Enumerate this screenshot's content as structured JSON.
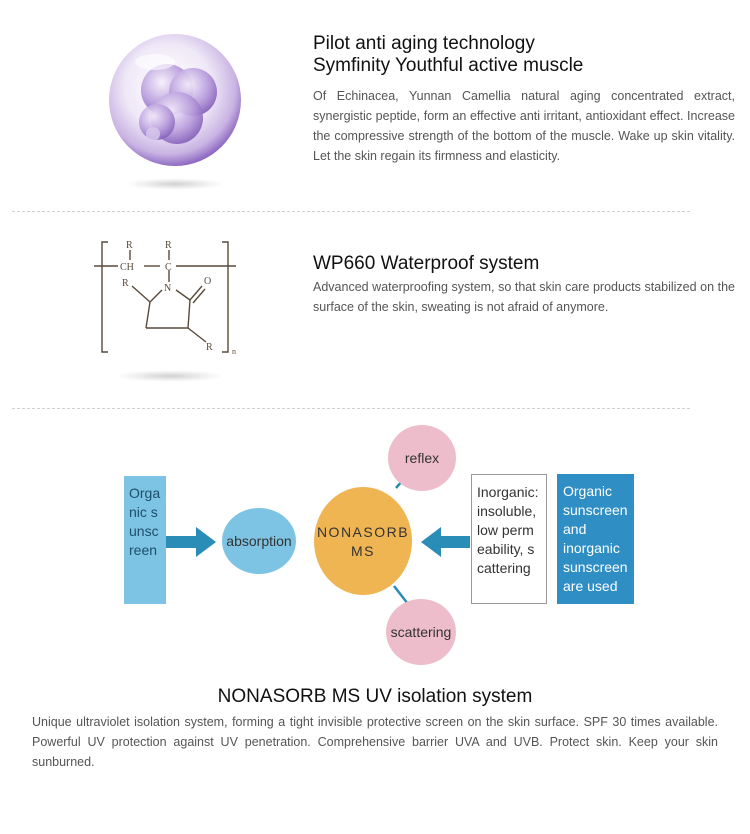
{
  "section1": {
    "title_line1": "Pilot anti aging technology",
    "title_line2": "Symfinity Youthful active muscle",
    "text": "Of Echinacea, Yunnan Camellia natural aging concentrated extract, synergistic peptide, form an effective anti irritant, antioxidant effect. Increase the compressive strength of the bottom of the muscle. Wake up skin vitality. Let the skin regain its firmness and elasticity."
  },
  "section2": {
    "title": "WP660 Waterproof system",
    "text": "Advanced waterproofing system, so that skin care products stabilized on the surface of the skin, sweating is not afraid of anymore.",
    "formula": {
      "r_top_left": "R",
      "r_top_right": "R",
      "ch": "CH",
      "c": "C",
      "r_left": "R",
      "n_atom": "N",
      "o_atom": "O",
      "r_bottom": "R",
      "subscript_n": "n"
    }
  },
  "section3": {
    "diagram": {
      "left_box": "Organic sunscreen",
      "absorption": "absorption",
      "center_line1": "NONASORB",
      "center_line2": "MS",
      "reflex": "reflex",
      "scattering": "scattering",
      "inorganic_box": "Inorganic: insoluble, low permeability, scattering",
      "right_box": "Organic sunscreen and inorganic sunscreen are used"
    },
    "title": "NONASORB MS UV isolation system",
    "text": "Unique ultraviolet isolation system, forming a tight invisible protective screen on the skin surface. SPF 30 times available. Powerful UV protection against UV penetration. Comprehensive barrier UVA and UVB. Protect skin. Keep your skin sunburned."
  },
  "colors": {
    "blue_light": "#7dc3e3",
    "blue_dark": "#2f8ec4",
    "center_orange": "#f0b553",
    "pink": "#eebdcb",
    "arrow": "#2a8db8"
  }
}
